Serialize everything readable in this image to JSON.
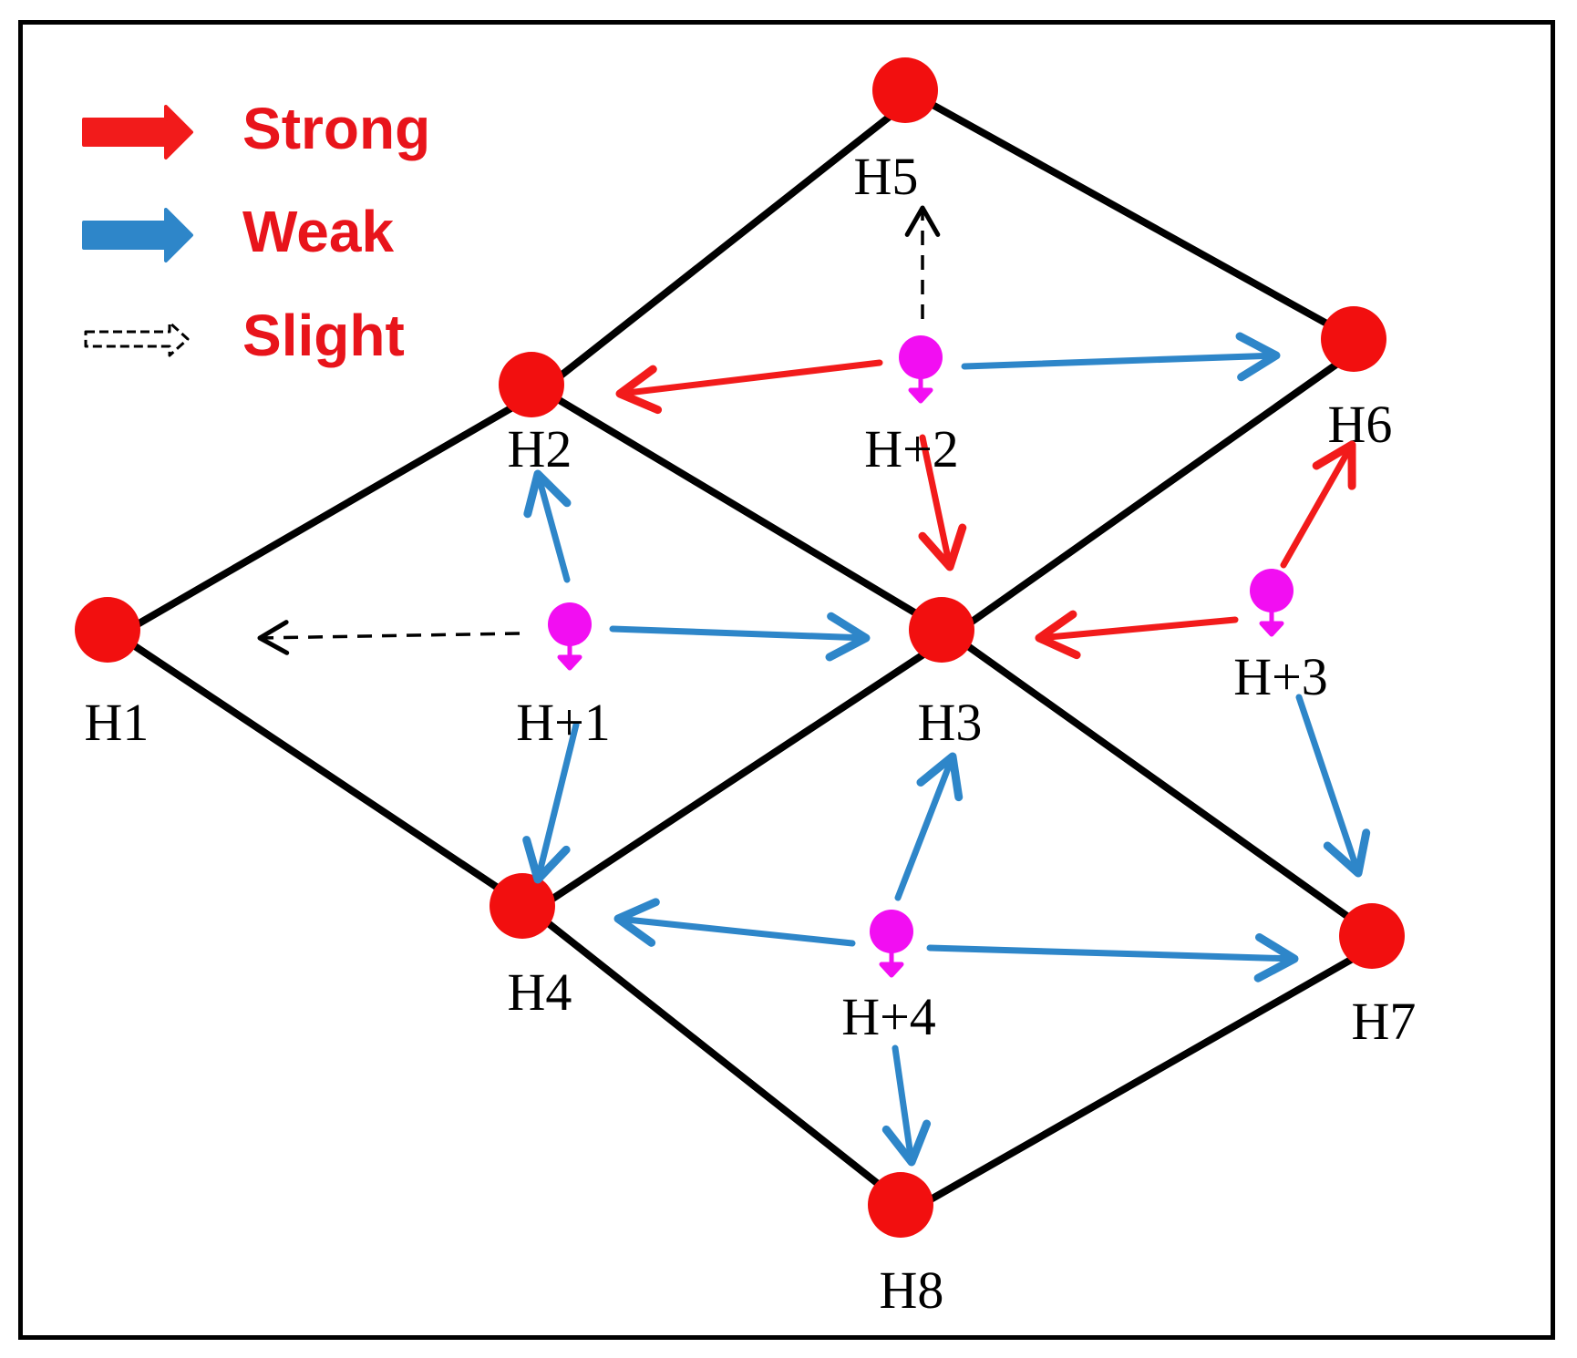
{
  "colors": {
    "strong": "#f21b1b",
    "weak": "#2e86c9",
    "slight": "#000000",
    "site": "#f20f0f",
    "hydrogen": "#f20ef2",
    "edge": "#000000",
    "legend_text": "#e8141b"
  },
  "legend": [
    {
      "type": "strong",
      "label": "Strong"
    },
    {
      "type": "weak",
      "label": "Weak"
    },
    {
      "type": "slight",
      "label": "Slight"
    }
  ],
  "sites": [
    {
      "id": "H1",
      "label": "H1"
    },
    {
      "id": "H2",
      "label": "H2"
    },
    {
      "id": "H3",
      "label": "H3"
    },
    {
      "id": "H4",
      "label": "H4"
    },
    {
      "id": "H5",
      "label": "H5"
    },
    {
      "id": "H6",
      "label": "H6"
    },
    {
      "id": "H7",
      "label": "H7"
    },
    {
      "id": "H8",
      "label": "H8"
    }
  ],
  "hydrogens": [
    {
      "id": "H+1",
      "label": "H+1"
    },
    {
      "id": "H+2",
      "label": "H+2"
    },
    {
      "id": "H+3",
      "label": "H+3"
    },
    {
      "id": "H+4",
      "label": "H+4"
    }
  ],
  "edges": [
    [
      "H1",
      "H2"
    ],
    [
      "H2",
      "H5"
    ],
    [
      "H5",
      "H6"
    ],
    [
      "H6",
      "H3"
    ],
    [
      "H3",
      "H2"
    ],
    [
      "H3",
      "H7"
    ],
    [
      "H7",
      "H8"
    ],
    [
      "H8",
      "H4"
    ],
    [
      "H4",
      "H1"
    ],
    [
      "H4",
      "H3"
    ]
  ],
  "interactions": [
    {
      "from": "H+1",
      "to": "H2",
      "type": "weak"
    },
    {
      "from": "H+1",
      "to": "H3",
      "type": "weak"
    },
    {
      "from": "H+1",
      "to": "H4",
      "type": "weak"
    },
    {
      "from": "H+1",
      "to": "H1",
      "type": "slight"
    },
    {
      "from": "H+2",
      "to": "H2",
      "type": "strong"
    },
    {
      "from": "H+2",
      "to": "H3",
      "type": "strong"
    },
    {
      "from": "H+2",
      "to": "H6",
      "type": "weak"
    },
    {
      "from": "H+2",
      "to": "H5",
      "type": "slight"
    },
    {
      "from": "H+3",
      "to": "H6",
      "type": "strong"
    },
    {
      "from": "H+3",
      "to": "H3",
      "type": "strong"
    },
    {
      "from": "H+3",
      "to": "H7",
      "type": "weak"
    },
    {
      "from": "H+4",
      "to": "H3",
      "type": "weak"
    },
    {
      "from": "H+4",
      "to": "H4",
      "type": "weak"
    },
    {
      "from": "H+4",
      "to": "H7",
      "type": "weak"
    },
    {
      "from": "H+4",
      "to": "H8",
      "type": "weak"
    }
  ]
}
